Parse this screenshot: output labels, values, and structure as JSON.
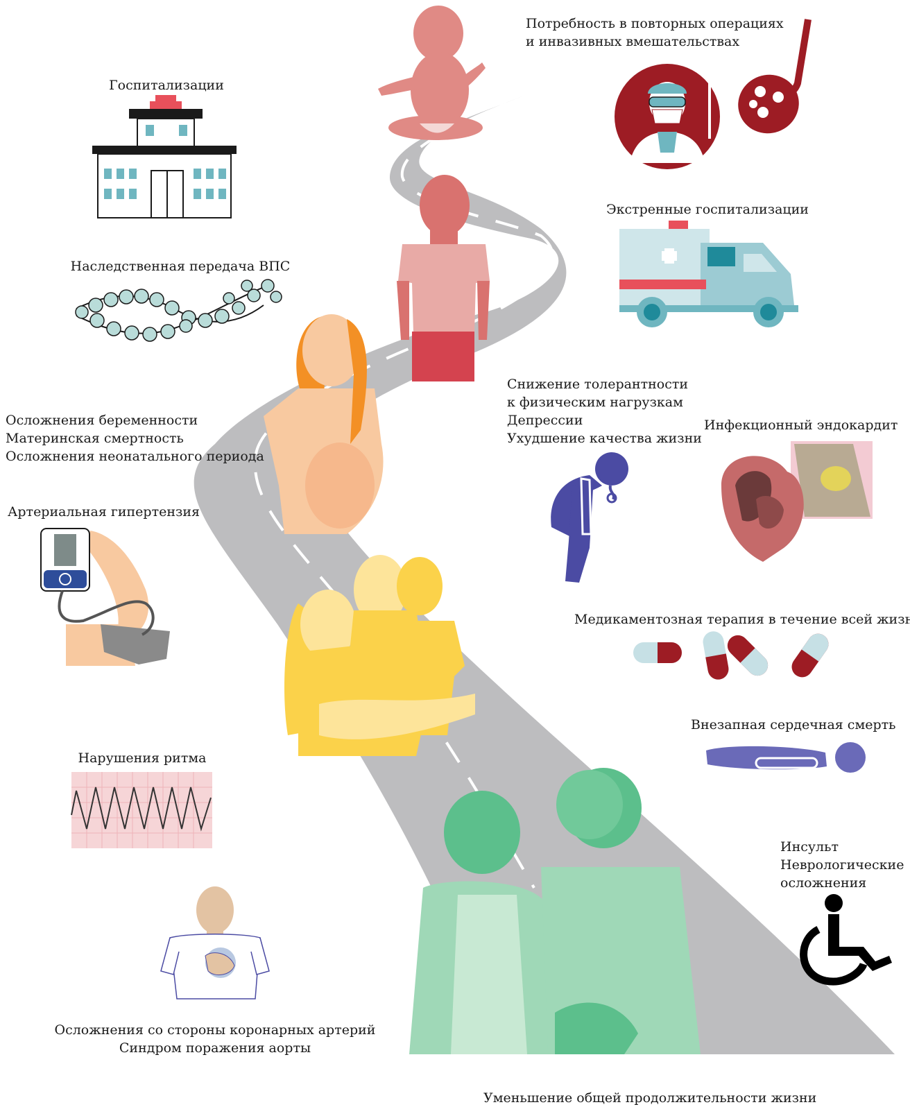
{
  "labels": {
    "hospitalizations": "Госпитализации",
    "repeat_operations_1": "Потребность в повторных операциях",
    "repeat_operations_2": "и инвазивных вмешательствах",
    "emergency_hospitalizations": "Экстренные госпитализации",
    "heredity": "Наследственная передача ВПС",
    "exercise_1": "Снижение толерантности",
    "exercise_2": "к физическим нагрузкам",
    "depression": "Депрессии",
    "quality_of_life": "Ухудшение качества жизни",
    "pregnancy_1": "Осложнения беременности",
    "pregnancy_2": "Материнская смертность",
    "pregnancy_3": "Осложнения неонатального периода",
    "endocarditis": "Инфекционный эндокардит",
    "hypertension": "Артериальная гипертензия",
    "lifelong_therapy": "Медикаментозная терапия в течение всей жизни",
    "sudden_death": "Внезапная сердечная смерть",
    "arrhythmia": "Нарушения ритма",
    "stroke_1": "Инсульт",
    "stroke_2": "Неврологические",
    "stroke_3": "осложнения",
    "coronary_1": "Осложнения со стороны коронарных артерий",
    "coronary_2": "Синдром поражения аорты",
    "life_expectancy": "Уменьшение общей продолжительности жизни"
  },
  "colors": {
    "road": "#bdbdbf",
    "road_line": "#ffffff",
    "baby": "#e08a85",
    "child_skin": "#d9726f",
    "child_shirt": "#e8aaa6",
    "child_shorts": "#d4434f",
    "pregnant_skin": "#f8c9a0",
    "pregnant_hair": "#f39025",
    "family": "#fbd24a",
    "family_light": "#fde49a",
    "elderly": "#5cbf8c",
    "elderly_light": "#9fd8b7",
    "dark_red": "#9d1c24",
    "teal": "#6fb6c0",
    "cross_red": "#e8505b",
    "indigo": "#4b4ba3",
    "violet": "#6a6ab8"
  },
  "icons": [
    "hospital-icon",
    "surgeon-icon",
    "surgical-lamp-icon",
    "ambulance-icon",
    "dna-icon",
    "tired-person-icon",
    "heart-icon",
    "blood-pressure-monitor-icon",
    "pills-icon",
    "lying-person-icon",
    "ecg-icon",
    "wheelchair-icon",
    "chest-pain-icon"
  ]
}
